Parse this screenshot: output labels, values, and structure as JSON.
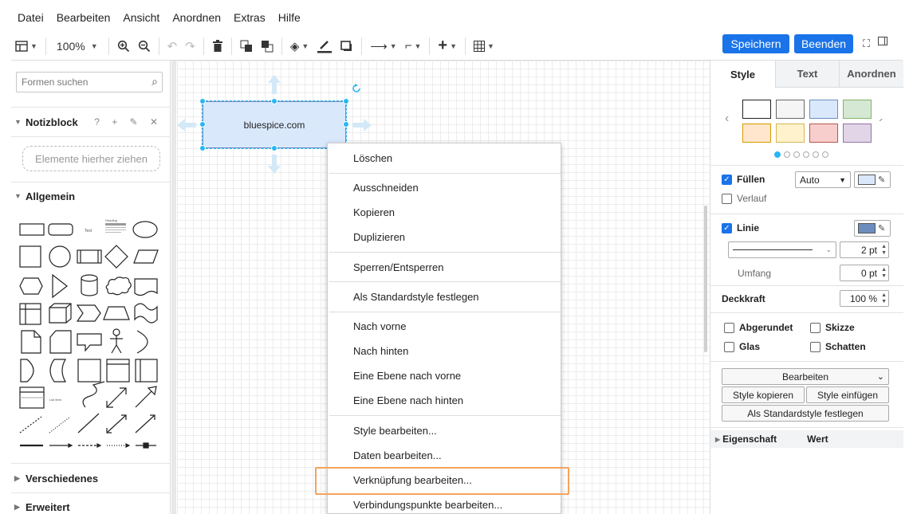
{
  "menu": [
    "Datei",
    "Bearbeiten",
    "Ansicht",
    "Anordnen",
    "Extras",
    "Hilfe"
  ],
  "toolbar": {
    "zoom": "100%",
    "save_label": "Speichern",
    "exit_label": "Beenden"
  },
  "left": {
    "search_placeholder": "Formen suchen",
    "notepad_title": "Notizblock",
    "notepad_tools": "? + ✎ ✕",
    "dropzone": "Elemente hierher ziehen",
    "general_title": "Allgemein",
    "misc_title": "Verschiedenes",
    "advanced_title": "Erweitert",
    "shape_text_label": "Text",
    "shape_heading_label": "Heading",
    "shape_list_label": "List Item"
  },
  "canvas": {
    "shape_label": "bluespice.com",
    "colors": {
      "fill": "#dae8fc",
      "stroke": "#6c8ebf",
      "selection": "#29b6f2"
    }
  },
  "context_menu": {
    "items": [
      "Löschen",
      "Ausschneiden",
      "Kopieren",
      "Duplizieren",
      "Sperren/Entsperren",
      "Als Standardstyle festlegen",
      "Nach vorne",
      "Nach hinten",
      "Eine Ebene nach vorne",
      "Eine Ebene nach hinten",
      "Style bearbeiten...",
      "Daten bearbeiten...",
      "Verknüpfung bearbeiten...",
      "Verbindungspunkte bearbeiten..."
    ],
    "highlighted": "Verknüpfung bearbeiten...",
    "highlight_color": "#f5a35c"
  },
  "right": {
    "tabs": [
      "Style",
      "Text",
      "Anordnen"
    ],
    "swatch_colors": [
      "#ffffff",
      "#f5f5f5",
      "#dae8fc",
      "#d5e8d4",
      "#ffe6cc",
      "#fff2cc",
      "#f8cecc",
      "#e1d5e7"
    ],
    "fill_label": "Füllen",
    "fill_mode": "Auto",
    "gradient_label": "Verlauf",
    "line_label": "Linie",
    "line_width": "2 pt",
    "perimeter_label": "Umfang",
    "perimeter_value": "0 pt",
    "opacity_label": "Deckkraft",
    "opacity_value": "100 %",
    "rounded_label": "Abgerundet",
    "sketch_label": "Skizze",
    "glass_label": "Glas",
    "shadow_label": "Schatten",
    "edit_label": "Bearbeiten",
    "copy_style_label": "Style kopieren",
    "paste_style_label": "Style einfügen",
    "set_default_label": "Als Standardstyle festlegen",
    "property_header": "Eigenschaft",
    "value_header": "Wert",
    "fill_color": "#dae8fc",
    "line_color": "#6c8ebf",
    "accent": "#1a73e8"
  }
}
